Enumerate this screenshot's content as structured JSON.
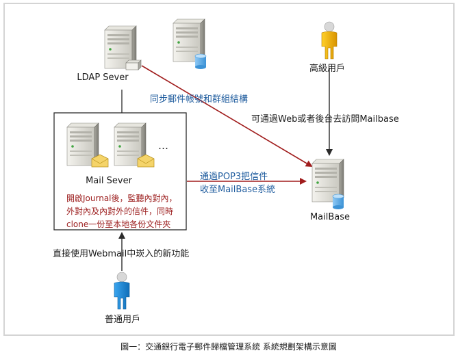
{
  "nodes": {
    "ldap_server": "LDAP Sever",
    "mail_server": "Mail Sever",
    "mailbase": "MailBase",
    "advanced_user": "高級用戶",
    "regular_user": "普通用戶",
    "more": "…"
  },
  "edges": {
    "sync": "同步郵件帳號和群組結構",
    "web_access": "可通過Web或者後台去訪問Mailbase",
    "pop3_line1": "通過POP3把信件",
    "pop3_line2": "收至MailBase系統",
    "webmail": "直接使用Webmail中崁入的新功能"
  },
  "notes": {
    "journal_line1": "開啟Journal後，監聽內對內，",
    "journal_line2": "外對內及內對外的信件，同時",
    "journal_line3": "clone一份至本地各份文件夾"
  },
  "caption": "圖一：交通銀行電子郵件歸檔管理系統 系統規劃架構示意圖",
  "colors": {
    "frame": "#d4d4d4",
    "red_line": "#a01c1c",
    "black_line": "#2b2b2b",
    "blue_text": "#1f5c9e",
    "red_text": "#9b1b1b",
    "user_yellow": "#f2b705",
    "user_blue": "#1c8ad6"
  }
}
